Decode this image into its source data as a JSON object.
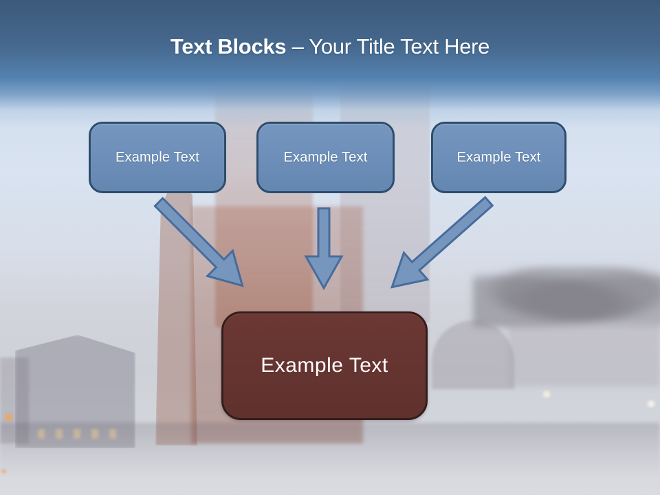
{
  "slide": {
    "title": {
      "bold": "Text Blocks",
      "dash": " – ",
      "rest": "Your Title Text Here"
    },
    "blocks": [
      {
        "label": "Example Text"
      },
      {
        "label": "Example Text"
      },
      {
        "label": "Example Text"
      }
    ],
    "result_block": {
      "label": "Example Text"
    },
    "icons": {
      "arrow1": "arrow-down-right",
      "arrow2": "arrow-down",
      "arrow3": "arrow-down-left"
    }
  },
  "colors": {
    "header_top": "#3B5A7B",
    "header_mid": "#5381AF",
    "title_text": "#FFFFFF",
    "block_fill_top": "#7596BF",
    "block_fill_bottom": "#6487B2",
    "block_border": "#2E4D6C",
    "arrow_fill": "#7796BE",
    "arrow_border": "#466C9C",
    "result_fill_top": "#6C3834",
    "result_fill_bottom": "#5F312D",
    "result_border": "#331D1B"
  }
}
